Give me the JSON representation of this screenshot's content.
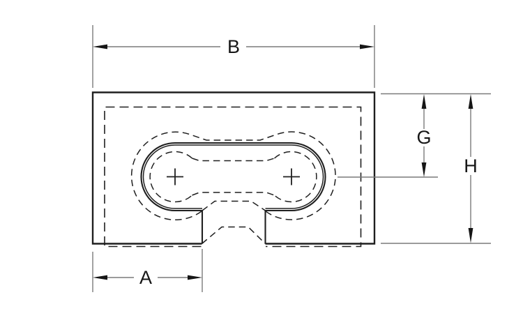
{
  "drawing": {
    "type": "engineering-dimension-drawing",
    "labels": {
      "a": "A",
      "b": "B",
      "g": "G",
      "h": "H"
    },
    "colors": {
      "object_line": "#1f1f1f",
      "dimension_line": "#7a7a7a",
      "background": "#ffffff"
    }
  }
}
